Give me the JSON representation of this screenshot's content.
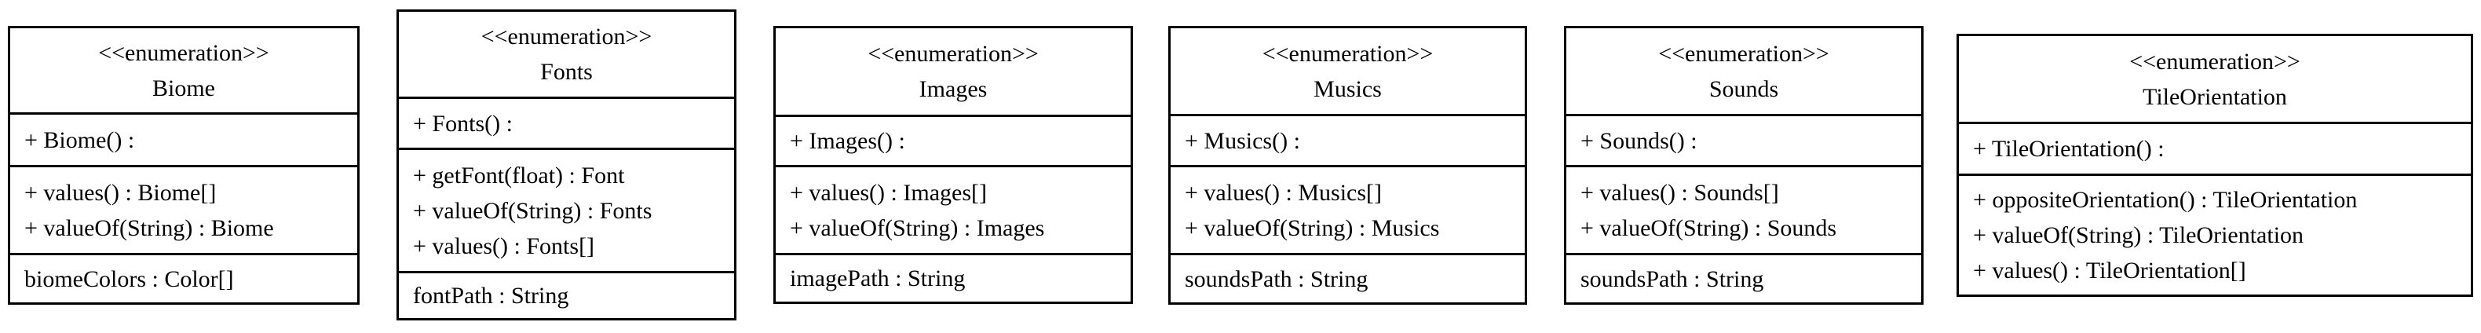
{
  "diagram": {
    "type": "uml-class-diagram",
    "colors": {
      "background": "#ffffff",
      "border": "#000000",
      "text": "#000000"
    },
    "boxes": [
      {
        "stereotype": "<<enumeration>>",
        "name": "Biome",
        "constructors": [
          "+ Biome() :"
        ],
        "methods": [
          "+ values() : Biome[]",
          "+ valueOf(String) : Biome"
        ],
        "attributes": [
          "biomeColors : Color[]"
        ]
      },
      {
        "stereotype": "<<enumeration>>",
        "name": "Fonts",
        "constructors": [
          "+ Fonts() :"
        ],
        "methods": [
          "+ getFont(float) : Font",
          "+ valueOf(String) : Fonts",
          "+ values() : Fonts[]"
        ],
        "attributes": [
          "fontPath : String"
        ]
      },
      {
        "stereotype": "<<enumeration>>",
        "name": "Images",
        "constructors": [
          "+ Images() :"
        ],
        "methods": [
          "+ values() : Images[]",
          "+ valueOf(String) : Images"
        ],
        "attributes": [
          "imagePath : String"
        ]
      },
      {
        "stereotype": "<<enumeration>>",
        "name": "Musics",
        "constructors": [
          "+ Musics() :"
        ],
        "methods": [
          "+ values() : Musics[]",
          "+ valueOf(String) : Musics"
        ],
        "attributes": [
          "soundsPath : String"
        ]
      },
      {
        "stereotype": "<<enumeration>>",
        "name": "Sounds",
        "constructors": [
          "+ Sounds() :"
        ],
        "methods": [
          "+ values() : Sounds[]",
          "+ valueOf(String) : Sounds"
        ],
        "attributes": [
          "soundsPath : String"
        ]
      },
      {
        "stereotype": "<<enumeration>>",
        "name": "TileOrientation",
        "constructors": [
          "+ TileOrientation() :"
        ],
        "methods": [
          "+ oppositeOrientation() : TileOrientation",
          "+ valueOf(String) : TileOrientation",
          "+ values() : TileOrientation[]"
        ],
        "attributes": []
      }
    ]
  }
}
